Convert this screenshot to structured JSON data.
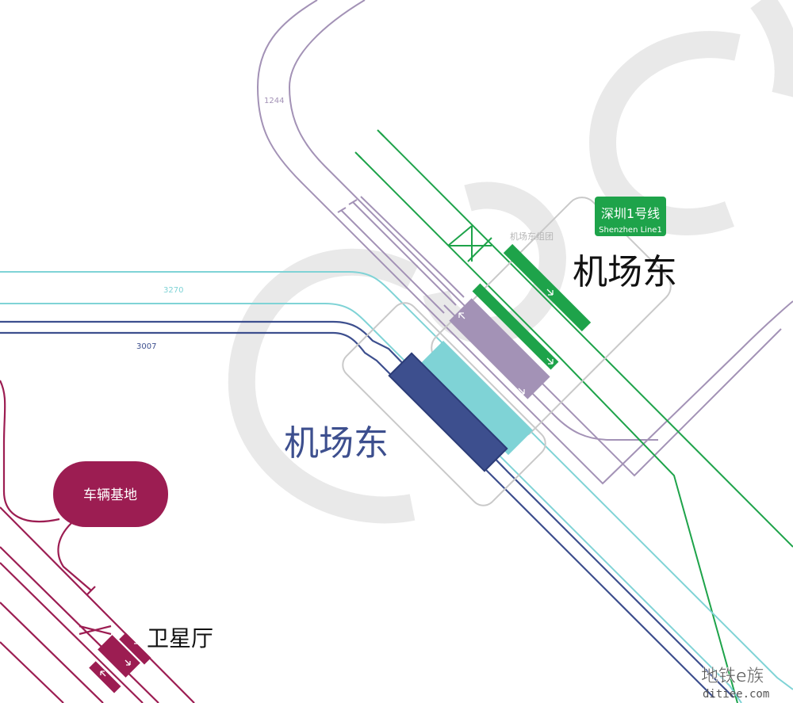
{
  "watermark": {
    "letters": "CRC",
    "color": "#e9e9e9"
  },
  "lines": {
    "purple": {
      "color": "#a392b6",
      "track_label": "1244"
    },
    "teal": {
      "color": "#7fd3d6",
      "track_label": "3270"
    },
    "navy": {
      "color": "#3d4f8e",
      "track_label": "3007"
    },
    "green": {
      "color": "#1ea34a"
    },
    "maroon": {
      "color": "#9c1d52"
    }
  },
  "stations": {
    "airport_east_main": {
      "label": "机场东",
      "color": "#3d4f8e"
    },
    "airport_east_sz": {
      "label": "机场东",
      "color": "#111111"
    },
    "satellite_hall": {
      "label": "卫星厅",
      "color": "#111111"
    },
    "airport_east_group": {
      "label": "机场东组团",
      "color": "#b5b5b5"
    }
  },
  "line_badge": {
    "title": "深圳1号线",
    "subtitle": "Shenzhen Line1",
    "color": "#1ea34a",
    "text_color": "#ffffff"
  },
  "depot": {
    "label": "车辆基地",
    "color": "#9c1d52",
    "text_color": "#ffffff"
  },
  "watermark_logo": {
    "cn": "地铁e族",
    "en": "ditiee.com"
  }
}
